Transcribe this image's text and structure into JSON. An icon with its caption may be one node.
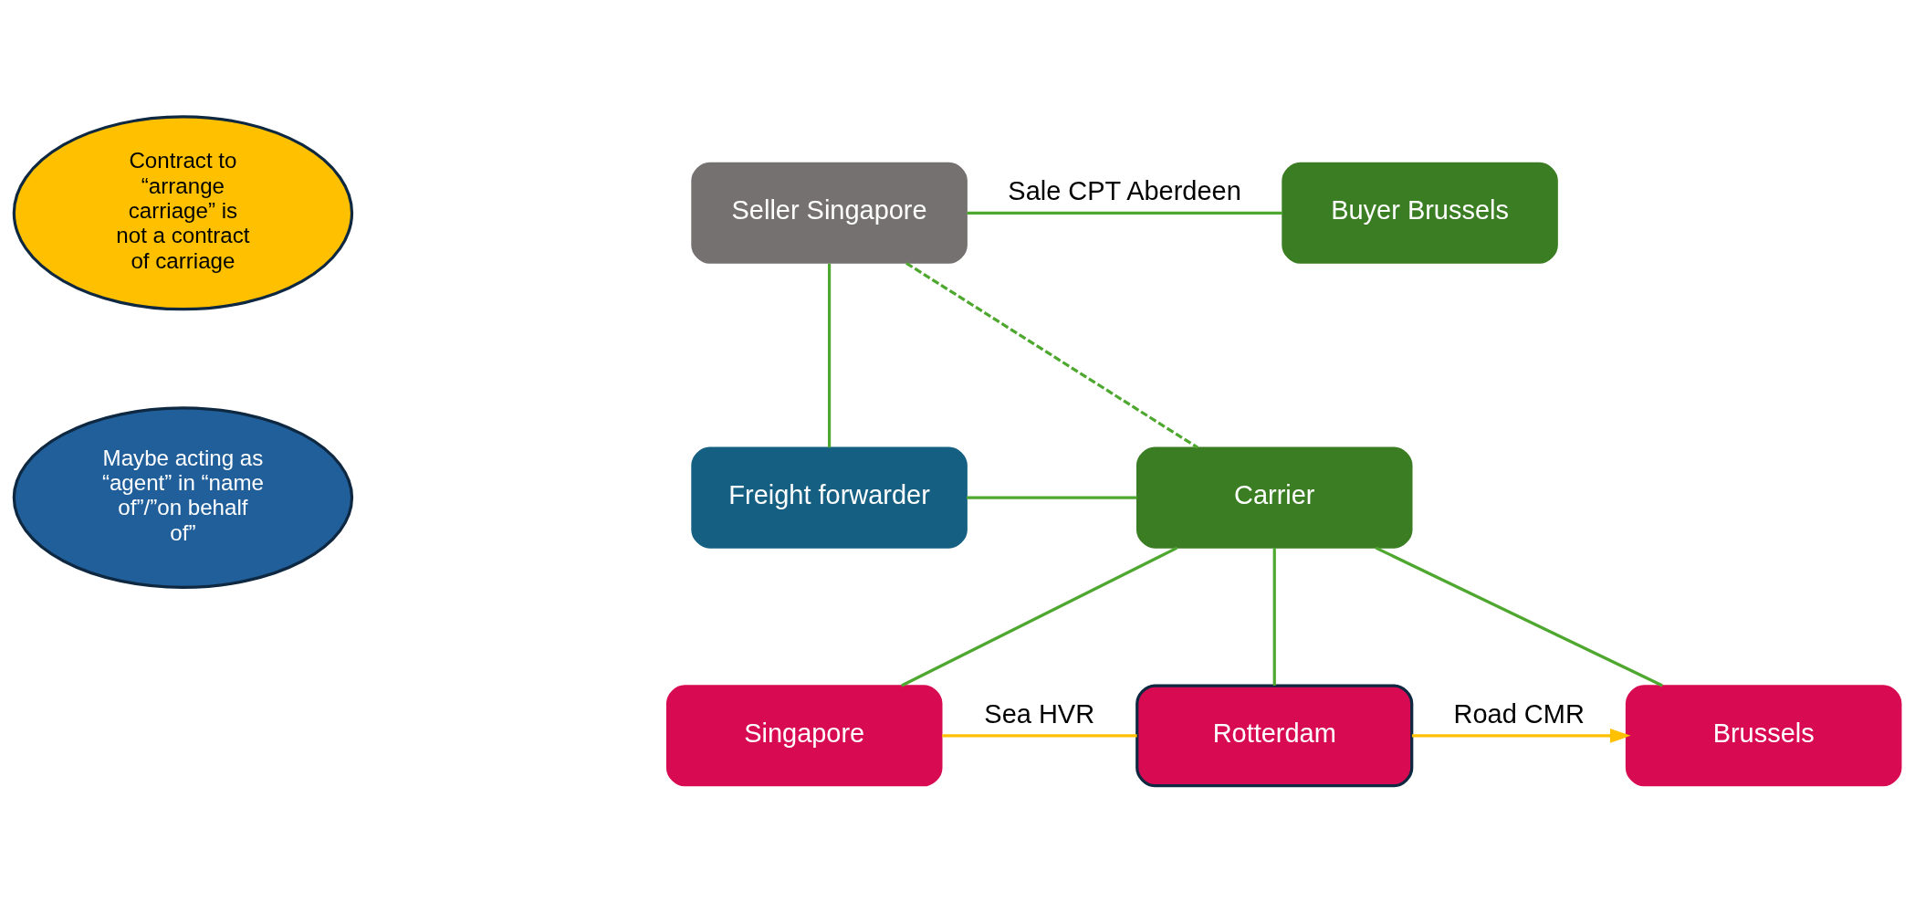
{
  "diagram": {
    "nodes": [
      {
        "text": [
          "Seller Singapore"
        ]
      },
      {
        "text": [
          "Buyer Brussels"
        ]
      },
      {
        "text": [
          "Freight forwarder"
        ]
      },
      {
        "text": [
          "Carrier"
        ]
      },
      {
        "text": [
          "Singapore"
        ]
      },
      {
        "text": [
          "Rotterdam"
        ]
      },
      {
        "text": [
          "Brussels"
        ]
      },
      {
        "text": [
          "Contract to “arrange carriage” is  not a contract of carriage"
        ]
      },
      {
        "text": [
          "Maybe acting as “agent” in “name of”/”on behalf of”"
        ]
      }
    ],
    "edges": [
      {
        "from": 0,
        "to": 1,
        "arrow": "none",
        "label": "Sale CPT Aberdeen"
      },
      {
        "from": 0,
        "to": 2,
        "arrow": "none"
      },
      {
        "from": 0,
        "to": 3,
        "arrow": "none",
        "style": "dashed"
      },
      {
        "from": 2,
        "to": 3,
        "arrow": "none"
      },
      {
        "from": 3,
        "to": 4,
        "arrow": "none"
      },
      {
        "from": 3,
        "to": 5,
        "arrow": "none"
      },
      {
        "from": 3,
        "to": 6,
        "arrow": "none"
      },
      {
        "from": 4,
        "to": 5,
        "arrow": "none",
        "label": "Sea HVR",
        "color": "#ffc000"
      },
      {
        "from": 5,
        "to": 6,
        "arrow": "to",
        "label": "Road CMR",
        "color": "#ffc000"
      }
    ]
  }
}
